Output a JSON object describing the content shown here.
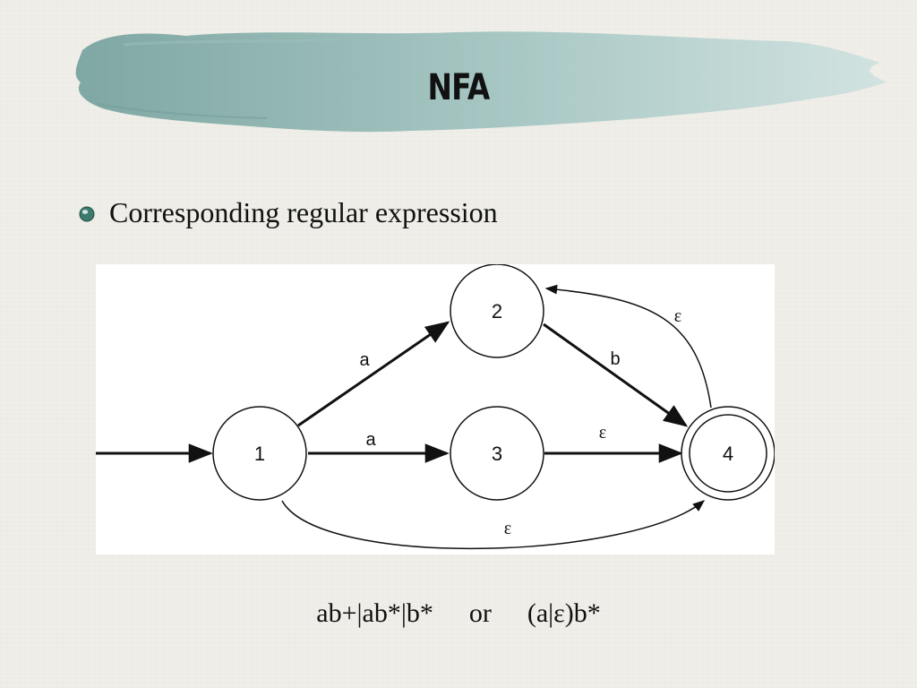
{
  "slide": {
    "title": "NFA",
    "bullet": "Corresponding regular expression"
  },
  "diagram": {
    "states": [
      {
        "id": "1",
        "label": "1",
        "accepting": false,
        "start": true
      },
      {
        "id": "2",
        "label": "2",
        "accepting": false,
        "start": false
      },
      {
        "id": "3",
        "label": "3",
        "accepting": false,
        "start": false
      },
      {
        "id": "4",
        "label": "4",
        "accepting": true,
        "start": false
      }
    ],
    "transitions": [
      {
        "from": "1",
        "to": "2",
        "label": "a"
      },
      {
        "from": "1",
        "to": "3",
        "label": "a"
      },
      {
        "from": "2",
        "to": "4",
        "label": "b"
      },
      {
        "from": "3",
        "to": "4",
        "label": "ε"
      },
      {
        "from": "4",
        "to": "2",
        "label": "ε"
      },
      {
        "from": "1",
        "to": "4",
        "label": "ε"
      }
    ]
  },
  "expressions": {
    "first": "ab+|ab*|b*",
    "connector": "or",
    "second": "(a|ε)b*"
  },
  "colors": {
    "banner_dark": "#7fa7a3",
    "banner_light": "#cde0de",
    "bullet": "#3d7a6e",
    "background": "#efeee8"
  }
}
